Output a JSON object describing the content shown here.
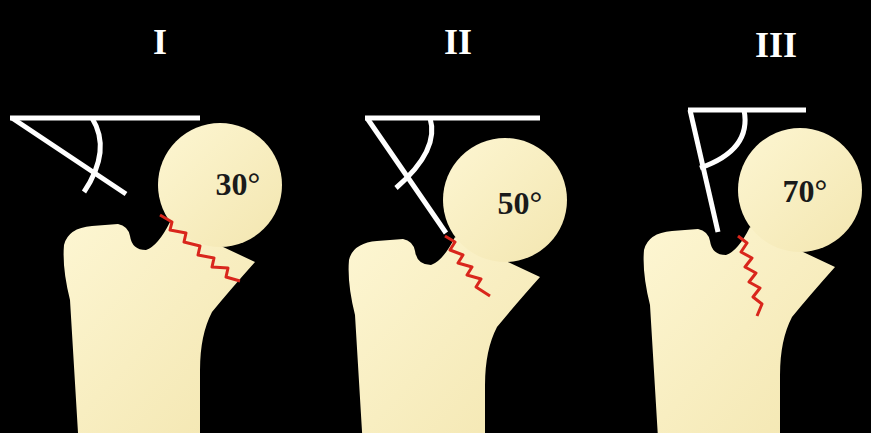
{
  "diagram": {
    "labels": [
      "I",
      "II",
      "III",
      "30°",
      "50°",
      "70°"
    ]
  }
}
